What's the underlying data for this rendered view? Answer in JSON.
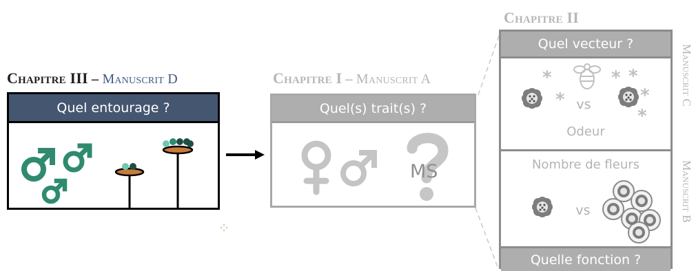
{
  "chapter3": {
    "title": "Chapitre III",
    "dash": " – ",
    "manuscript": "Manuscrit D",
    "question": "Quel entourage ?"
  },
  "chapter1": {
    "title": "Chapitre I",
    "dash": " – ",
    "manuscript": "Manuscrit A",
    "question": "Quel(s) trait(s) ?",
    "ms_label": "MS"
  },
  "chapter2": {
    "title": "Chapitre II",
    "question_top": "Quel vecteur ?",
    "vs": "vs",
    "odeur": "Odeur",
    "nombre": "Nombre de fleurs",
    "question_bottom": "Quelle fonction ?",
    "side_c": "Manuscrit C",
    "side_b": "Manuscrit B"
  },
  "colors": {
    "dark_bar": "#455670",
    "green": "#2f8a70",
    "brown": "#c87a3c",
    "grey_bar": "#aeaeae",
    "grey_border": "#8c8c8c",
    "grey_icon": "#c2c2c2"
  }
}
